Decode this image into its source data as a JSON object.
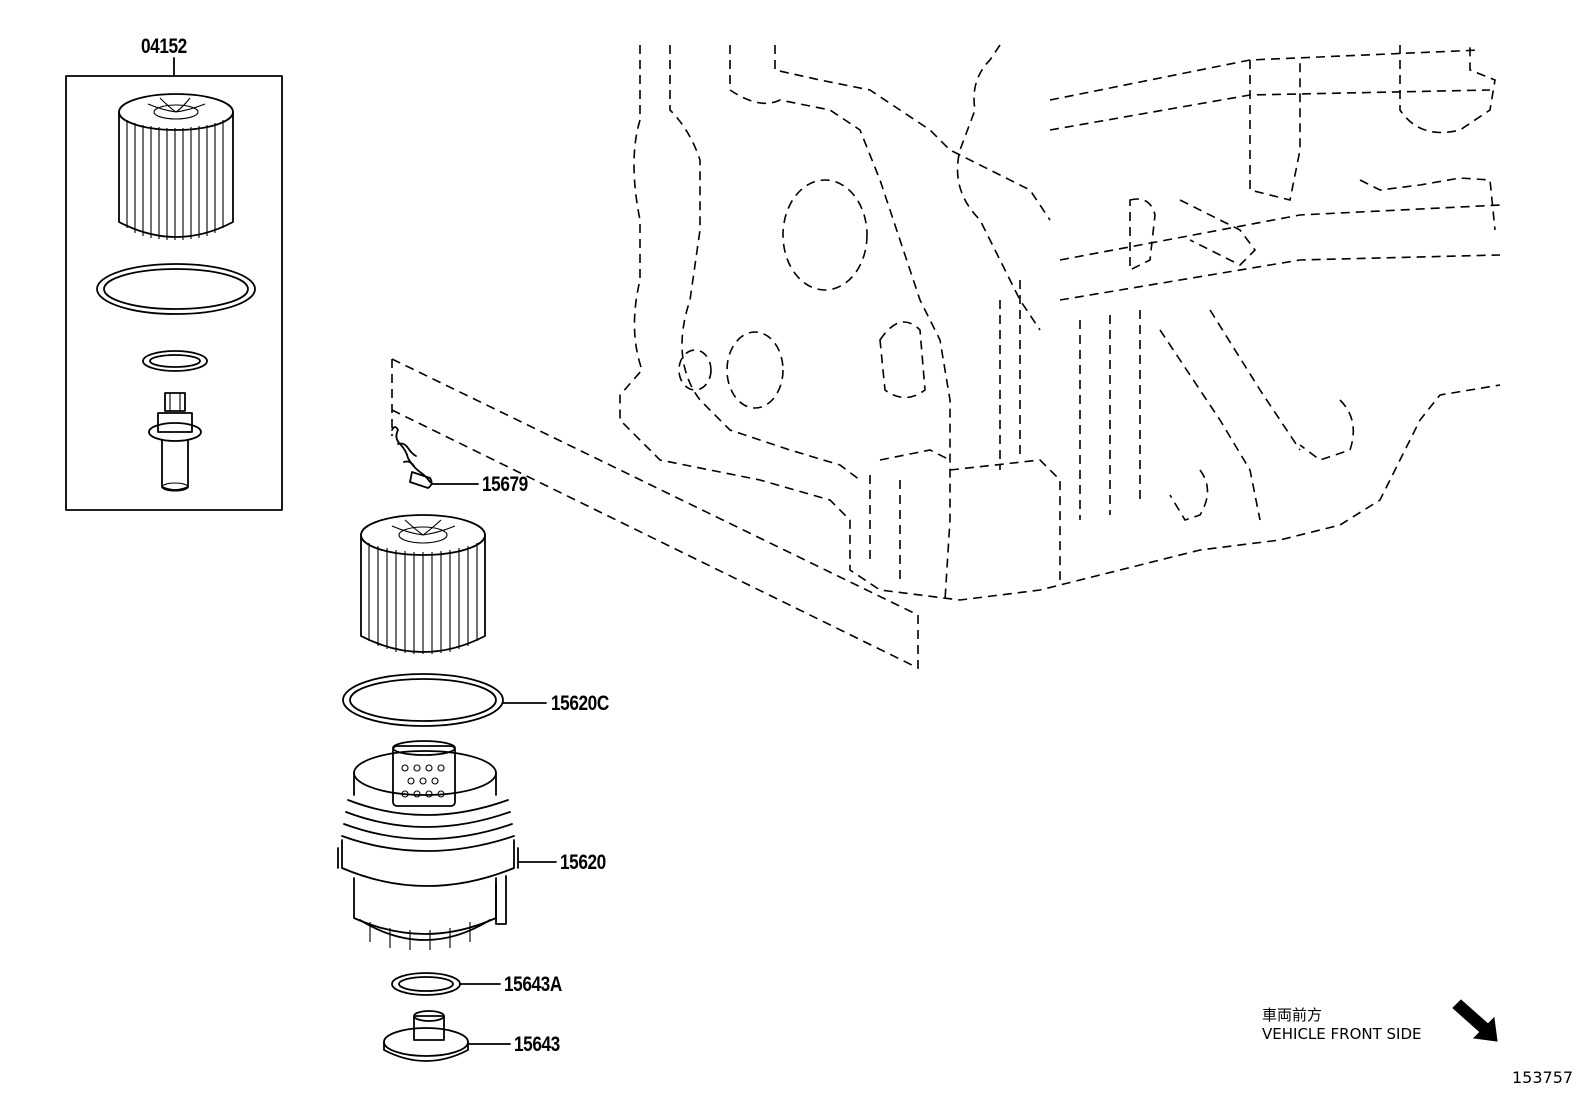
{
  "callouts": {
    "kit": "04152",
    "label_15679": "15679",
    "label_15620C": "15620C",
    "label_15620": "15620",
    "label_15643A": "15643A",
    "label_15643": "15643"
  },
  "direction_note": {
    "japanese": "車両前方",
    "english": "VEHICLE FRONT SIDE",
    "arrow_icon": "arrow-down-right-icon"
  },
  "figure_number": "153757"
}
